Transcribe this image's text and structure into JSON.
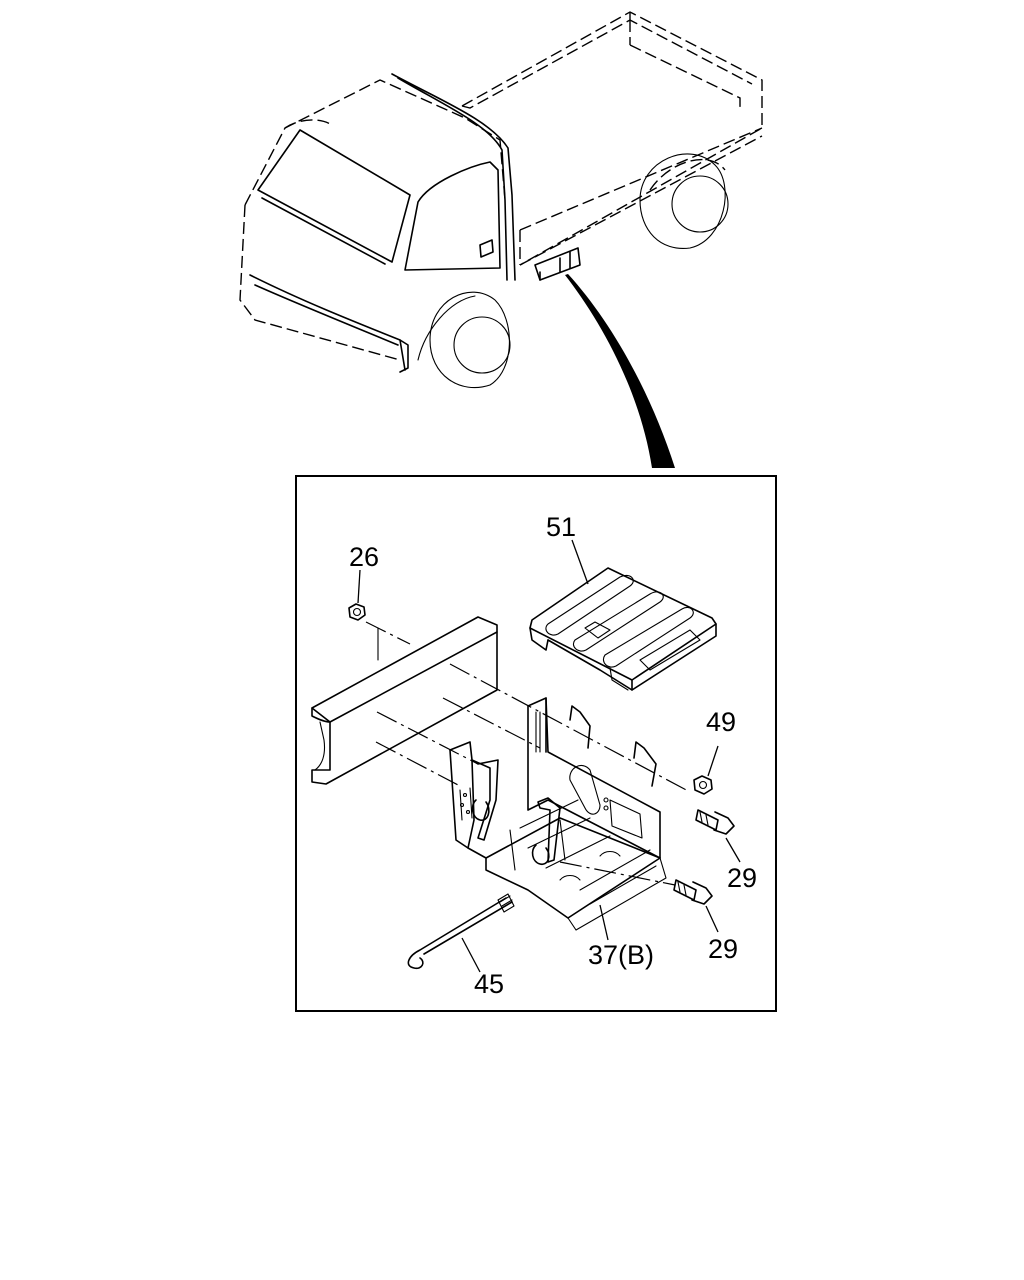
{
  "callouts": {
    "c26": "26",
    "c51": "51",
    "c49": "49",
    "c29a": "29",
    "c29b": "29",
    "c37": "37(B)",
    "c45": "45"
  }
}
